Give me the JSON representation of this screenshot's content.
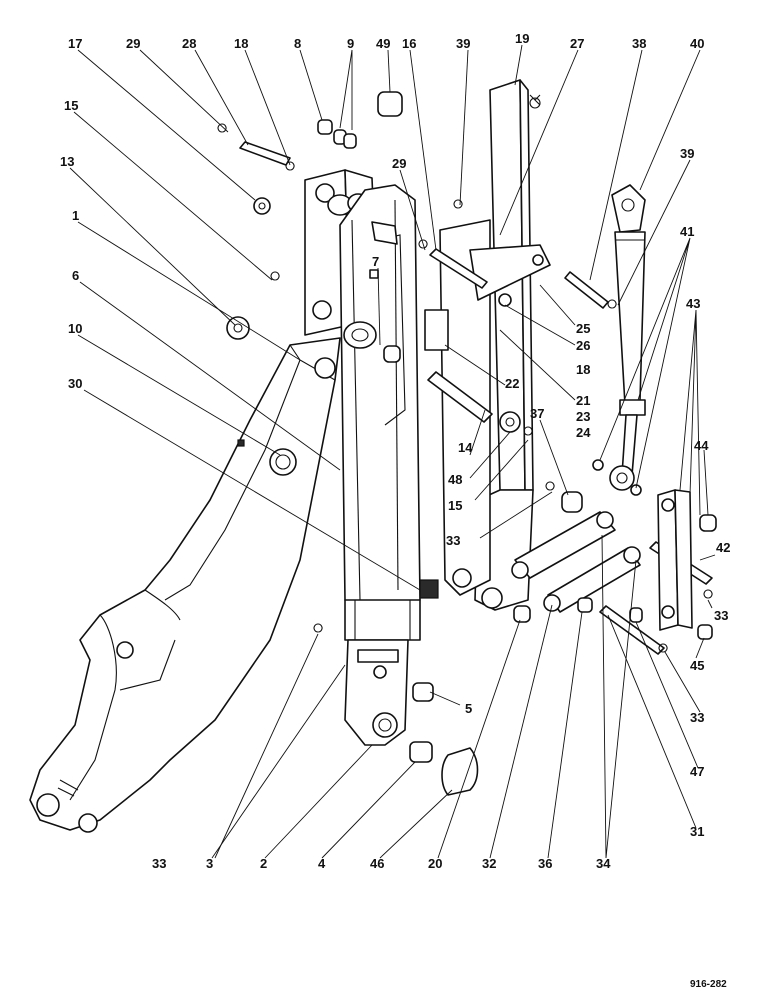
{
  "diagram": {
    "reference": "916-282",
    "callouts": [
      {
        "id": "17",
        "text": "17"
      },
      {
        "id": "29a",
        "text": "29"
      },
      {
        "id": "28",
        "text": "28"
      },
      {
        "id": "18a",
        "text": "18"
      },
      {
        "id": "8",
        "text": "8"
      },
      {
        "id": "9",
        "text": "9"
      },
      {
        "id": "49",
        "text": "49"
      },
      {
        "id": "16",
        "text": "16"
      },
      {
        "id": "39a",
        "text": "39"
      },
      {
        "id": "19",
        "text": "19"
      },
      {
        "id": "27",
        "text": "27"
      },
      {
        "id": "38",
        "text": "38"
      },
      {
        "id": "40",
        "text": "40"
      },
      {
        "id": "15a",
        "text": "15"
      },
      {
        "id": "13",
        "text": "13"
      },
      {
        "id": "29b",
        "text": "29"
      },
      {
        "id": "39b",
        "text": "39"
      },
      {
        "id": "1",
        "text": "1"
      },
      {
        "id": "41",
        "text": "41"
      },
      {
        "id": "6",
        "text": "6"
      },
      {
        "id": "7",
        "text": "7"
      },
      {
        "id": "43",
        "text": "43"
      },
      {
        "id": "10",
        "text": "10"
      },
      {
        "id": "25",
        "text": "25"
      },
      {
        "id": "26",
        "text": "26"
      },
      {
        "id": "18b",
        "text": "18"
      },
      {
        "id": "30",
        "text": "30"
      },
      {
        "id": "22",
        "text": "22"
      },
      {
        "id": "21",
        "text": "21"
      },
      {
        "id": "23",
        "text": "23"
      },
      {
        "id": "24",
        "text": "24"
      },
      {
        "id": "14",
        "text": "14"
      },
      {
        "id": "37",
        "text": "37"
      },
      {
        "id": "48",
        "text": "48"
      },
      {
        "id": "15b",
        "text": "15"
      },
      {
        "id": "44",
        "text": "44"
      },
      {
        "id": "33a",
        "text": "33"
      },
      {
        "id": "42",
        "text": "42"
      },
      {
        "id": "33b",
        "text": "33"
      },
      {
        "id": "45",
        "text": "45"
      },
      {
        "id": "5",
        "text": "5"
      },
      {
        "id": "33c",
        "text": "33"
      },
      {
        "id": "47",
        "text": "47"
      },
      {
        "id": "31",
        "text": "31"
      },
      {
        "id": "33d",
        "text": "33"
      },
      {
        "id": "3",
        "text": "3"
      },
      {
        "id": "2",
        "text": "2"
      },
      {
        "id": "4",
        "text": "4"
      },
      {
        "id": "46",
        "text": "46"
      },
      {
        "id": "20",
        "text": "20"
      },
      {
        "id": "32",
        "text": "32"
      },
      {
        "id": "36",
        "text": "36"
      },
      {
        "id": "34",
        "text": "34"
      }
    ]
  }
}
